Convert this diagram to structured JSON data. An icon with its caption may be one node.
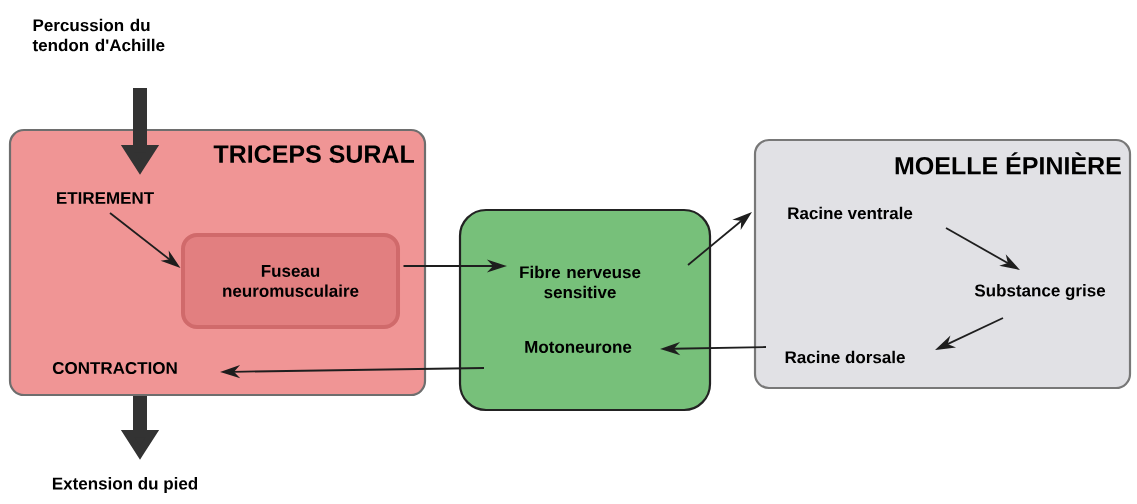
{
  "diagram": {
    "nodes": [
      {
        "text": [
          "Percussion du tendon d'Achille"
        ]
      },
      {
        "text": [
          "TRICEPS SURAL"
        ]
      },
      {
        "text": [
          "ETIREMENT"
        ],
        "in": 1
      },
      {
        "text": [
          "Fuseau neuromusculaire"
        ],
        "in": 1
      },
      {
        "text": [
          "CONTRACTION"
        ],
        "in": 1
      },
      {
        "text": [
          "Extension du pied"
        ]
      },
      {
        "text": [],
        "shape": "box"
      },
      {
        "text": [
          "Fibre nerveuse sensitive"
        ],
        "in": 6
      },
      {
        "text": [
          "Motoneurone"
        ],
        "in": 6
      },
      {
        "text": [
          "MOELLE ÉPINIÈRE"
        ]
      },
      {
        "text": [
          "Racine ventrale"
        ],
        "in": 9
      },
      {
        "text": [
          "Substance grise"
        ],
        "in": 9
      },
      {
        "text": [
          "Racine dorsale"
        ],
        "in": 9
      }
    ],
    "edges": [
      {
        "from": 0,
        "to": 2,
        "arrow": "to",
        "style": "thick"
      },
      {
        "from": 2,
        "to": 3,
        "arrow": "to"
      },
      {
        "from": 3,
        "to": 7,
        "arrow": "to"
      },
      {
        "from": 7,
        "to": 10,
        "arrow": "to"
      },
      {
        "from": 10,
        "to": 11,
        "arrow": "to"
      },
      {
        "from": 11,
        "to": 12,
        "arrow": "to"
      },
      {
        "from": 12,
        "to": 8,
        "arrow": "to"
      },
      {
        "from": 8,
        "to": 4,
        "arrow": "to"
      },
      {
        "from": 4,
        "to": 5,
        "arrow": "to",
        "style": "thick"
      }
    ]
  }
}
